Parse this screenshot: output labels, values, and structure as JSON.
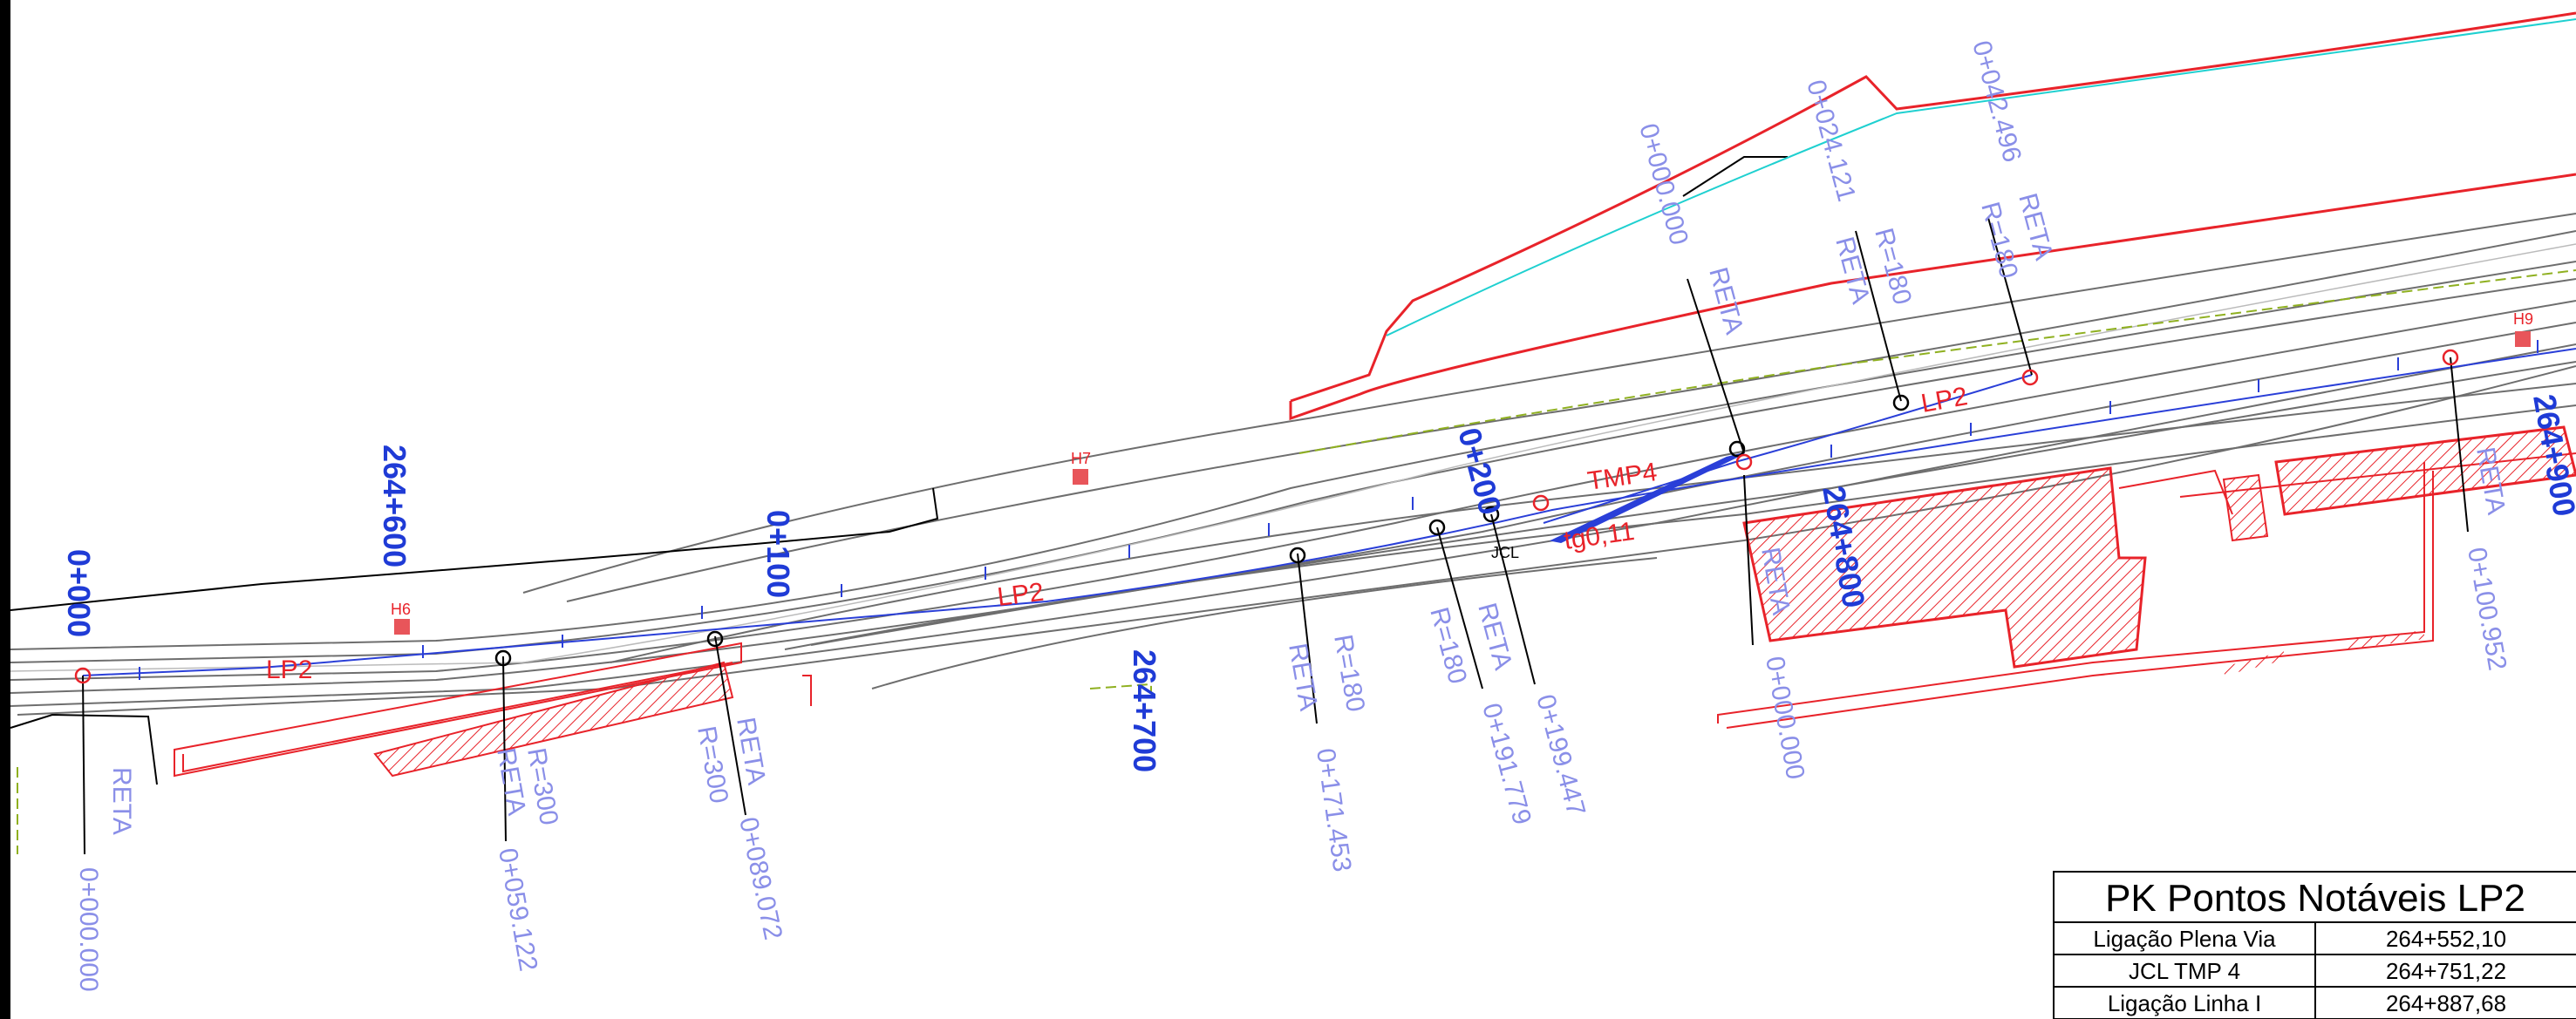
{
  "chainage_major": [
    {
      "id": "a",
      "text": "0+000"
    },
    {
      "id": "b",
      "text": "264+600"
    },
    {
      "id": "c",
      "text": "0+100"
    },
    {
      "id": "d",
      "text": "0+200"
    },
    {
      "id": "e",
      "text": "264+700"
    },
    {
      "id": "f",
      "text": "264+800"
    },
    {
      "id": "g",
      "text": "264+900"
    }
  ],
  "stations": [
    {
      "id": "s1",
      "text": "0+000.000"
    },
    {
      "id": "s2",
      "text": "0+059.122"
    },
    {
      "id": "s3",
      "text": "0+089.072"
    },
    {
      "id": "s4",
      "text": "0+171.453"
    },
    {
      "id": "s5",
      "text": "0+191.779"
    },
    {
      "id": "s6",
      "text": "0+199.447"
    },
    {
      "id": "s7",
      "text": "0+000.000"
    },
    {
      "id": "s8",
      "text": "0+024.121"
    },
    {
      "id": "s9",
      "text": "0+042.496"
    },
    {
      "id": "s10",
      "text": "0+000.000"
    },
    {
      "id": "s11",
      "text": "0+100.952"
    }
  ],
  "geometry_labels": [
    {
      "id": "g1",
      "text": "RETA"
    },
    {
      "id": "g2",
      "text": "R=300"
    },
    {
      "id": "g3",
      "text": "RETA"
    },
    {
      "id": "g4",
      "text": "R=300"
    },
    {
      "id": "g5",
      "text": "RETA"
    },
    {
      "id": "g6",
      "text": "R=180"
    },
    {
      "id": "g7",
      "text": "RETA"
    },
    {
      "id": "g8",
      "text": "R=180"
    },
    {
      "id": "g9",
      "text": "RETA"
    },
    {
      "id": "g10",
      "text": "RETA"
    },
    {
      "id": "g11",
      "text": "R=180"
    },
    {
      "id": "g12",
      "text": "RETA"
    },
    {
      "id": "g13",
      "text": "R=180"
    },
    {
      "id": "g14",
      "text": "RETA"
    },
    {
      "id": "g15",
      "text": "RETA"
    },
    {
      "id": "g16",
      "text": "RETA"
    }
  ],
  "track_labels": [
    "LP2",
    "LP2",
    "LP2",
    "TMP4",
    "tg0,11"
  ],
  "junction_label": "JCL",
  "markers": [
    "H6",
    "H7",
    "H9"
  ],
  "table": {
    "title": "PK Pontos Notáveis LP2",
    "rows": [
      [
        "Ligação Plena Via",
        "264+552,10"
      ],
      [
        "JCL TMP 4",
        "264+751,22"
      ],
      [
        "Ligação Linha I",
        "264+887,68"
      ]
    ]
  },
  "colors": {
    "track": "#6e6e6e",
    "alignment": "#2a3fd8",
    "outline": "#e8232a",
    "edge": "#1fd0d0",
    "vegetation": "#8fb020"
  }
}
